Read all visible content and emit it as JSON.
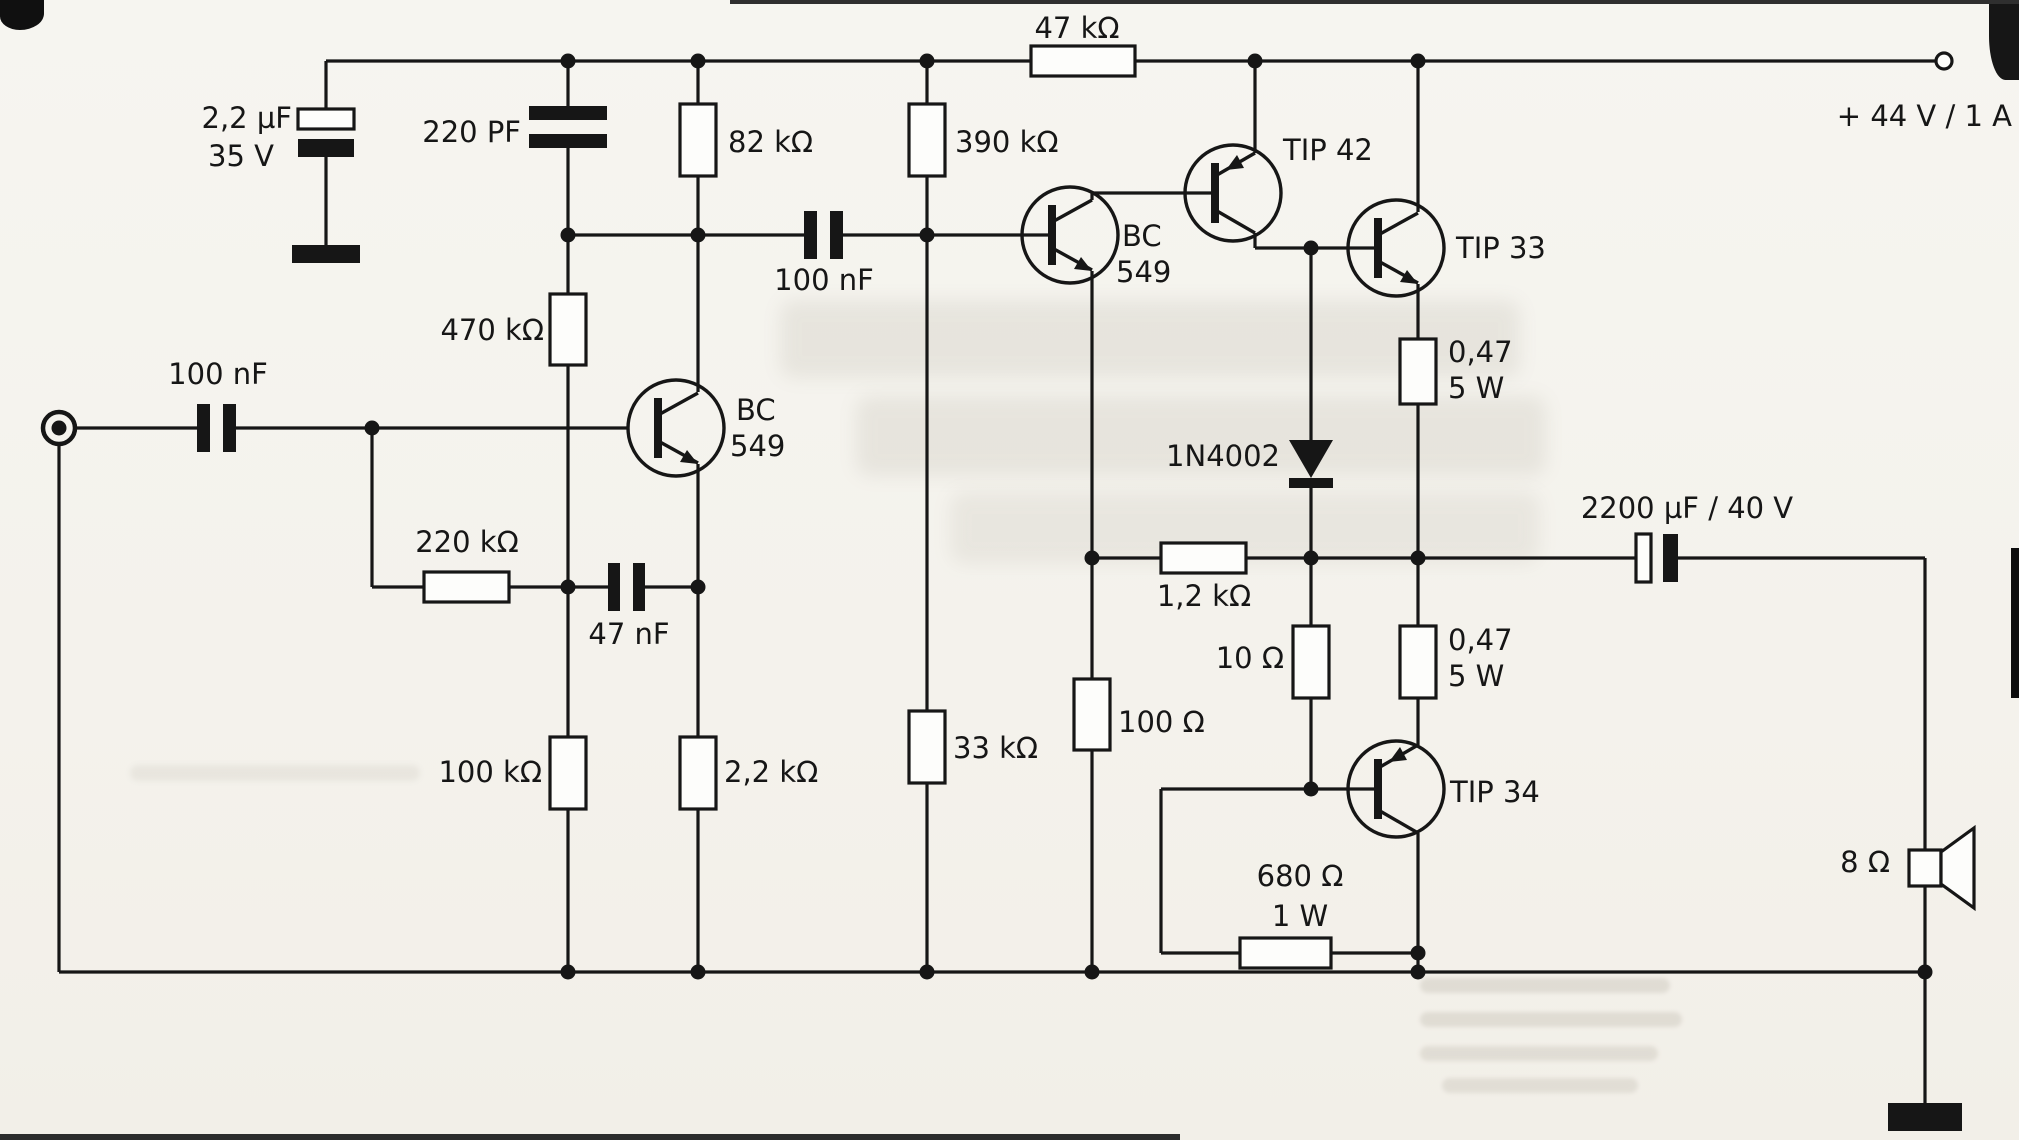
{
  "colors": {
    "ink": "#161616",
    "paper": "#f6f5f0"
  },
  "labels": {
    "supply": "+ 44 V / 1 A",
    "r_47k": "47 kΩ",
    "c_2u2_value": "2,2 µF",
    "c_2u2_voltage": "35 V",
    "c_220pf": "220 PF",
    "r_82k": "82 kΩ",
    "r_390k": "390 kΩ",
    "c_100nf_input": "100 nF",
    "r_470k": "470 kΩ",
    "q1_line1": "BC",
    "q1_line2": "549",
    "r_220k": "220 kΩ",
    "c_47nf": "47 nF",
    "r_100k": "100 kΩ",
    "r_2k2": "2,2 kΩ",
    "c_100nf_coupling": "100 nF",
    "q2_line1": "BC",
    "q2_line2": "549",
    "q3": "TIP 42",
    "q4": "TIP 33",
    "r_047_upper_value": "0,47",
    "r_047_upper_power": "5 W",
    "d1": "1N4002",
    "r_1k2": "1,2 kΩ",
    "r_10": "10 Ω",
    "r_047_lower_value": "0,47",
    "r_047_lower_power": "5 W",
    "c_2200uf": "2200 µF / 40 V",
    "q5": "TIP 34",
    "r_33k": "33 kΩ",
    "r_100": "100 Ω",
    "r_680_value": "680 Ω",
    "r_680_power": "1 W",
    "speaker": "8 Ω"
  }
}
